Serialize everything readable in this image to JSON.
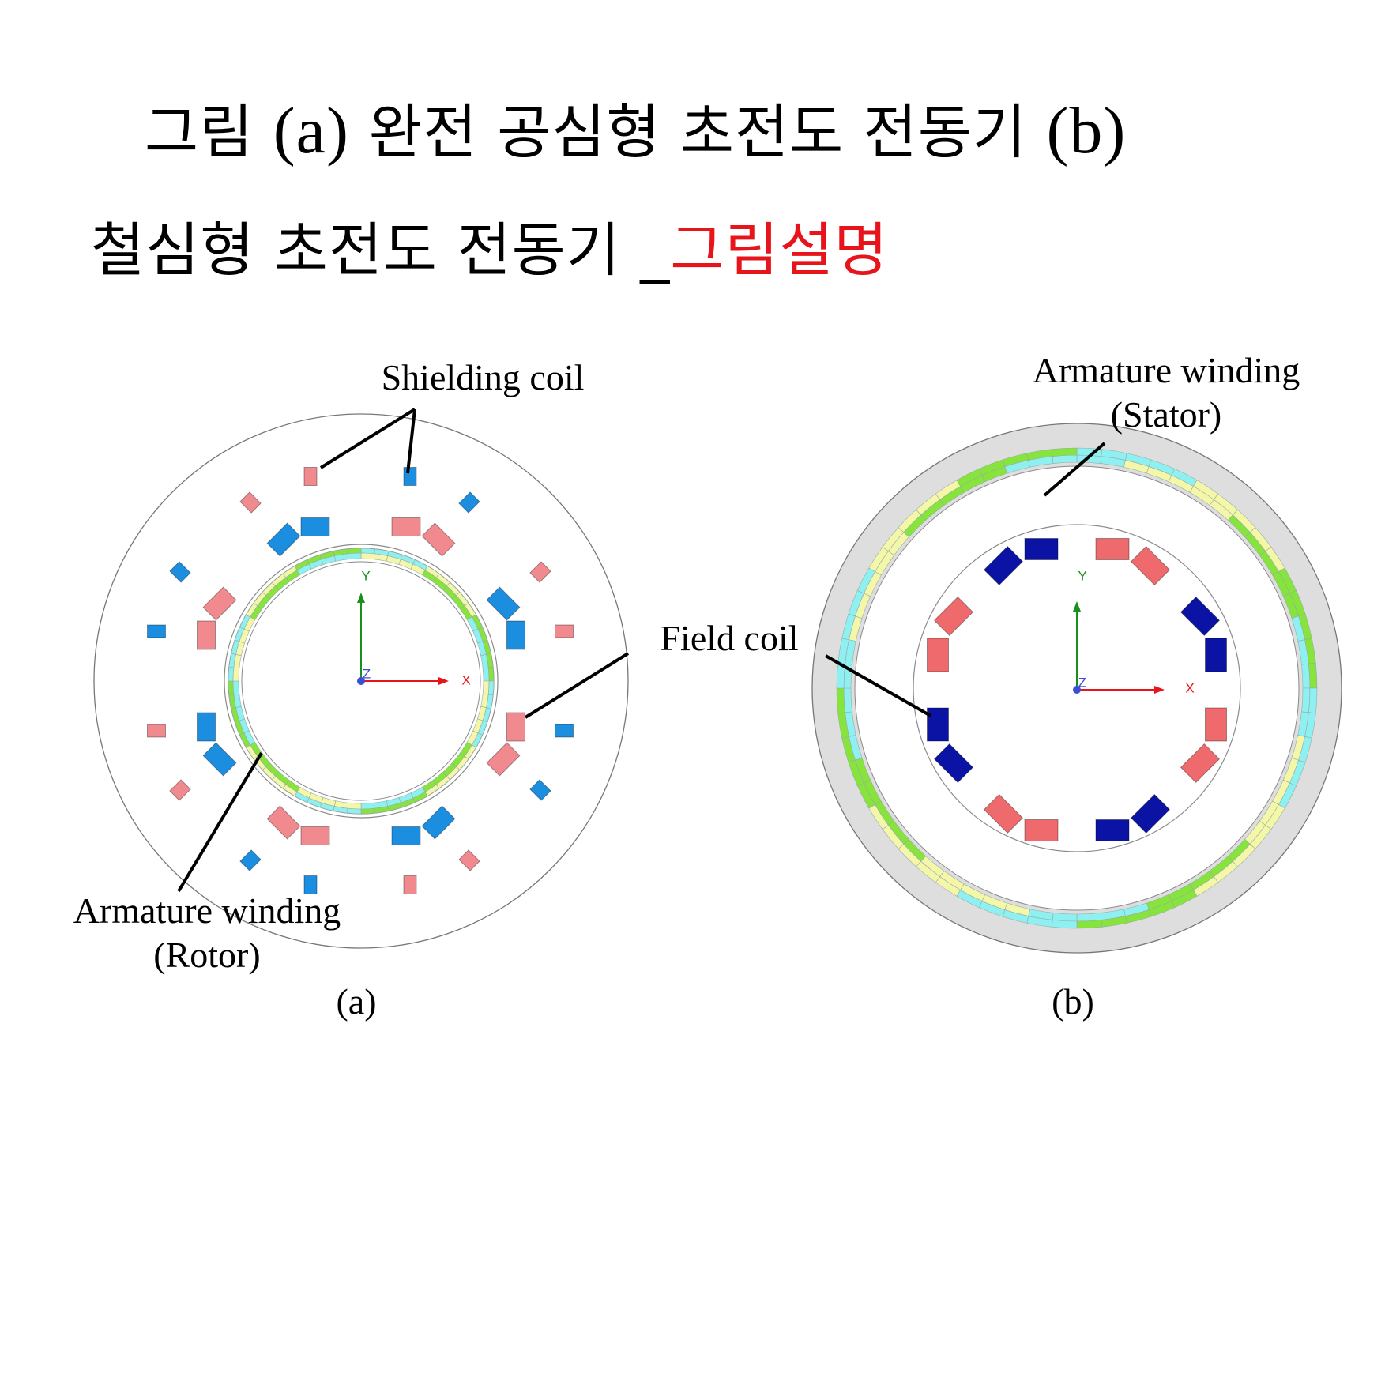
{
  "title": {
    "line1": {
      "part1": "그림",
      "paren_a": "(a)",
      "part2": "완전 공심형 초전도 전동기",
      "paren_b": "(b)"
    },
    "line2": {
      "main": "철심형 초전도 전동기 _",
      "highlight": "그림설명"
    }
  },
  "figure_a": {
    "labels": {
      "shielding_coil": "Shielding coil",
      "field_coil": "Field coil",
      "armature_line1": "Armature winding",
      "armature_line2": "(Rotor)",
      "caption": "(a)"
    },
    "axes": {
      "x": "X",
      "y": "Y",
      "z": "Z"
    }
  },
  "figure_b": {
    "labels": {
      "armature_line1": "Armature winding",
      "armature_line2": "(Stator)",
      "caption": "(b)"
    },
    "axes": {
      "x": "X",
      "y": "Y",
      "z": "Z"
    }
  },
  "colors": {
    "title_highlight": "#e8141b",
    "coil_pink": "#f08a8f",
    "coil_blue": "#1c8ee0",
    "coil_red": "#ee6a6c",
    "coil_navy": "#0b13a4",
    "winding_cyan": "#8ef0f0",
    "winding_yellow": "#f4f7a8",
    "winding_green": "#86e43c",
    "stator_iron": "#dedede",
    "axis_x": "#e8141b",
    "axis_y": "#17911c",
    "axis_z": "#3a4fd6"
  }
}
